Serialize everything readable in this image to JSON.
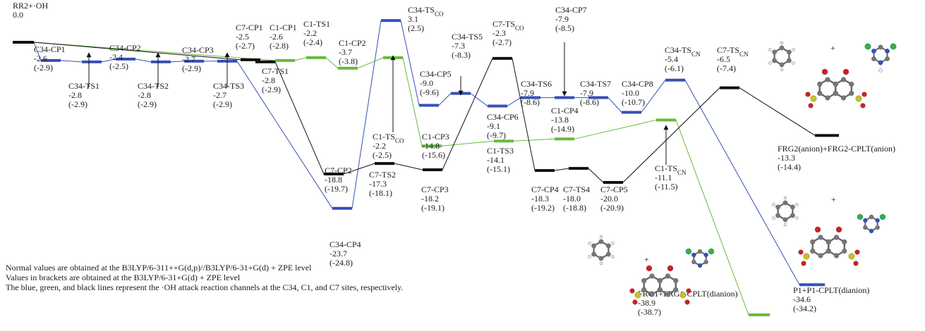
{
  "colors": {
    "C34": "#3650b8",
    "C1": "#66bb3d",
    "C7": "#111111"
  },
  "states": [
    {
      "id": "RR2",
      "ch": "start",
      "name": "RR2+·OH",
      "e": "0.0",
      "b": ""
    },
    {
      "id": "C34-CP1",
      "ch": "C34",
      "name": "C34-CP1",
      "e": "-2.6",
      "b": "(-2.9)"
    },
    {
      "id": "C34-TS1",
      "ch": "C34",
      "name": "C34-TS1",
      "e": "-2.8",
      "b": "(-2.9)"
    },
    {
      "id": "C34-CP2",
      "ch": "C34",
      "name": "C34-CP2",
      "e": "-2.4",
      "b": "(-2.5)"
    },
    {
      "id": "C34-TS2",
      "ch": "C34",
      "name": "C34-TS2",
      "e": "-2.8",
      "b": "(-2.9)"
    },
    {
      "id": "C34-CP3",
      "ch": "C34",
      "name": "C34-CP3",
      "e": "-2.7",
      "b": "(-2.9)"
    },
    {
      "id": "C34-TS3",
      "ch": "C34",
      "name": "C34-TS3",
      "e": "-2.7",
      "b": "(-2.9)"
    },
    {
      "id": "C34-CP4",
      "ch": "C34",
      "name": "C34-CP4",
      "e": "-23.7",
      "b": "(-24.8)"
    },
    {
      "id": "C34-TSCO",
      "ch": "C34",
      "name": "C34-TS",
      "sub": "CO",
      "e": "3.1",
      "b": "(2.5)"
    },
    {
      "id": "C34-CP5",
      "ch": "C34",
      "name": "C34-CP5",
      "e": "-9.0",
      "b": "(-9.6)"
    },
    {
      "id": "C34-TS5",
      "ch": "C34",
      "name": "C34-TS5",
      "e": "-7.3",
      "b": "(-8.3)"
    },
    {
      "id": "C34-CP6",
      "ch": "C34",
      "name": "C34-CP6",
      "e": "-9.1",
      "b": "(-9.7)"
    },
    {
      "id": "C34-TS6",
      "ch": "C34",
      "name": "C34-TS6",
      "e": "-7.9",
      "b": "(-8.6)"
    },
    {
      "id": "C34-CP7",
      "ch": "C34",
      "name": "C34-CP7",
      "e": "-7.9",
      "b": "(-8.5)"
    },
    {
      "id": "C34-TS7",
      "ch": "C34",
      "name": "C34-TS7",
      "e": "-7.9",
      "b": "(-8.6)"
    },
    {
      "id": "C34-CP8",
      "ch": "C34",
      "name": "C34-CP8",
      "e": "-10.0",
      "b": "(-10.7)"
    },
    {
      "id": "C34-TSCN",
      "ch": "C34",
      "name": "C34-TS",
      "sub": "CN",
      "e": "-5.4",
      "b": "(-6.1)"
    },
    {
      "id": "P1",
      "ch": "C34",
      "name": "P1+P1-CPLT(dianion)",
      "e": "-34.6",
      "b": "(-34.2)"
    },
    {
      "id": "C1-CP1",
      "ch": "C1",
      "name": "C1-CP1",
      "e": "-2.6",
      "b": "(-2.8)"
    },
    {
      "id": "C1-TS1",
      "ch": "C1",
      "name": "C1-TS1",
      "e": "-2.2",
      "b": "(-2.4)"
    },
    {
      "id": "C1-CP2",
      "ch": "C1",
      "name": "C1-CP2",
      "e": "-3.7",
      "b": "(-3.8)"
    },
    {
      "id": "C1-TSCO",
      "ch": "C1",
      "name": "C1-TS",
      "sub": "CO",
      "e": "-2.2",
      "b": "(-2.5)"
    },
    {
      "id": "C1-CP3",
      "ch": "C1",
      "name": "C1-CP3",
      "e": "-14.8",
      "b": "(-15.6)"
    },
    {
      "id": "C1-TS3",
      "ch": "C1",
      "name": "C1-TS3",
      "e": "-14.1",
      "b": "(-15.1)"
    },
    {
      "id": "C1-CP4",
      "ch": "C1",
      "name": "C1-CP4",
      "e": "-13.8",
      "b": "(-14.9)"
    },
    {
      "id": "C1-TSCN",
      "ch": "C1",
      "name": "C1-TS",
      "sub": "CN",
      "e": "-11.1",
      "b": "(-11.5)"
    },
    {
      "id": "FRG1",
      "ch": "C1",
      "name": "FRG1+FRG1-CPLT(dianion)",
      "e": "-38.9",
      "b": "(-38.7)"
    },
    {
      "id": "C7-CP1",
      "ch": "C7",
      "name": "C7-CP1",
      "e": "-2.5",
      "b": "(-2.7)"
    },
    {
      "id": "C7-TS1",
      "ch": "C7",
      "name": "C7-TS1",
      "e": "-2.8",
      "b": "(-2.9)"
    },
    {
      "id": "C7-CP2",
      "ch": "C7",
      "name": "C7-CP2",
      "e": "-18.8",
      "b": "(-19.7)"
    },
    {
      "id": "C7-TS2",
      "ch": "C7",
      "name": "C7-TS2",
      "e": "-17.3",
      "b": "(-18.1)"
    },
    {
      "id": "C7-CP3",
      "ch": "C7",
      "name": "C7-CP3",
      "e": "-18.2",
      "b": "(-19.1)"
    },
    {
      "id": "C7-TSCO",
      "ch": "C7",
      "name": "C7-TS",
      "sub": "CO",
      "e": "-2.3",
      "b": "(-2.7)"
    },
    {
      "id": "C7-CP4",
      "ch": "C7",
      "name": "C7-CP4",
      "e": "-18.3",
      "b": "(-19.2)"
    },
    {
      "id": "C7-TS4",
      "ch": "C7",
      "name": "C7-TS4",
      "e": "-18.0",
      "b": "(-18.8)"
    },
    {
      "id": "C7-CP5",
      "ch": "C7",
      "name": "C7-CP5",
      "e": "-20.0",
      "b": "(-20.9)"
    },
    {
      "id": "C7-TSCN",
      "ch": "C7",
      "name": "C7-TS",
      "sub": "CN",
      "e": "-6.5",
      "b": "(-7.4)"
    },
    {
      "id": "FRG2",
      "ch": "C7",
      "name": "FRG2(anion)+FRG2-CPLT(anion)",
      "e": "-13.3",
      "b": "(-14.4)"
    }
  ],
  "paths": {
    "C34": [
      "RR2",
      "C34-CP1",
      "C34-TS1",
      "C34-CP2",
      "C34-TS2",
      "C34-CP3",
      "C34-TS3",
      "C34-CP4",
      "C34-TSCO",
      "C34-CP5",
      "C34-TS5",
      "C34-CP6",
      "C34-TS6",
      "C34-CP7",
      "C34-TS7",
      "C34-CP8",
      "C34-TSCN",
      "P1"
    ],
    "C1": [
      "RR2",
      "C1-CP1",
      "C1-TS1",
      "C1-CP2",
      "C1-TSCO",
      "C1-CP3",
      "C1-TS3",
      "C1-CP4",
      "C1-TSCN",
      "FRG1"
    ],
    "C7": [
      "RR2",
      "C7-CP1",
      "C7-TS1",
      "C7-CP2",
      "C7-TS2",
      "C7-CP3",
      "C7-TSCO",
      "C7-CP4",
      "C7-TS4",
      "C7-CP5",
      "C7-TSCN",
      "FRG2"
    ]
  },
  "plus": "+",
  "notes": [
    "Normal values are obtained at the B3LYP/6-311++G(d,p)//B3LYP/6-31+G(d) + ZPE level",
    "Values in brackets are obtained at the B3LYP/6-31+G(d) + ZPE level",
    "The blue, green, and black lines represent the ·OH attack reaction channels at the C34, C1, and C7 sites, respectively."
  ]
}
